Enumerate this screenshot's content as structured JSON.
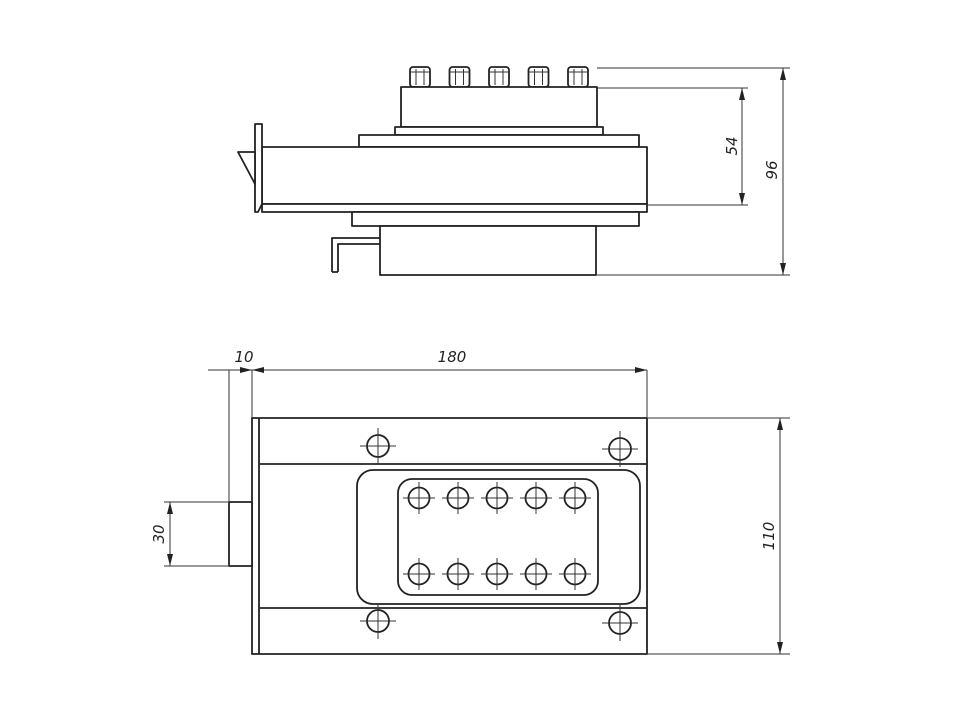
{
  "drawing": {
    "dimensions": {
      "side_view": {
        "total_height": "96",
        "upper_height": "54"
      },
      "top_view": {
        "flange": "10",
        "length": "180",
        "tab_width": "30",
        "width": "110"
      }
    },
    "connector_pins_side_view": 5,
    "connector_pins_top_view": {
      "rows": 2,
      "per_row": 5
    },
    "mounting_holes": 4,
    "line_color": "#222222",
    "background_color": "#ffffff"
  }
}
